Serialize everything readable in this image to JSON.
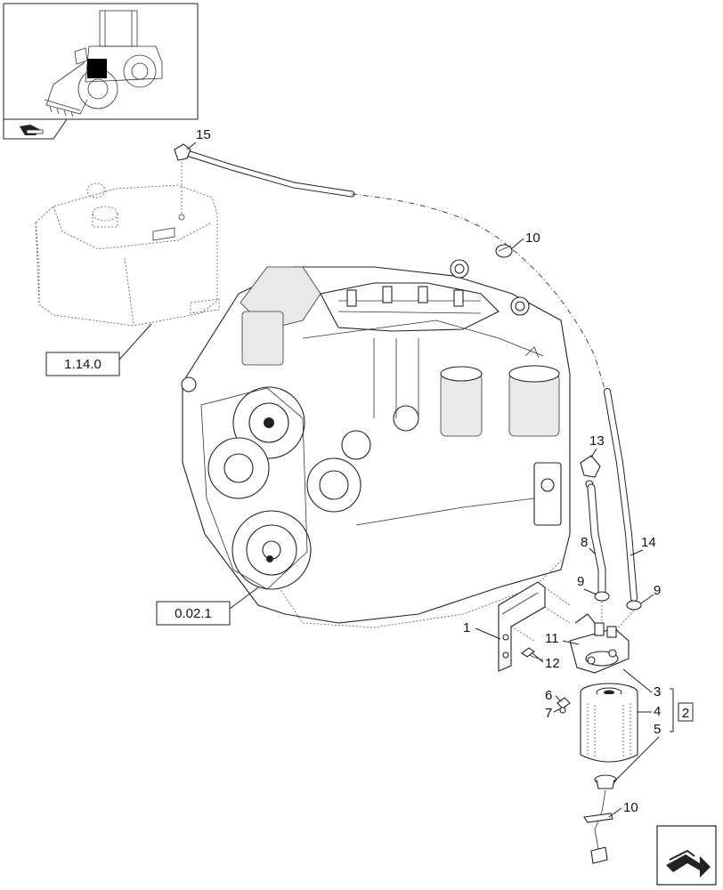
{
  "reference_boxes": {
    "tank_ref": "1.14.0",
    "engine_ref": "0.02.1",
    "kit_ref": "2"
  },
  "callouts": {
    "c1": "1",
    "c3": "3",
    "c4": "4",
    "c5": "5",
    "c6": "6",
    "c7": "7",
    "c8": "8",
    "c9a": "9",
    "c9b": "9",
    "c10a": "10",
    "c10b": "10",
    "c11": "11",
    "c12": "12",
    "c13": "13",
    "c14": "14",
    "c15": "15"
  }
}
